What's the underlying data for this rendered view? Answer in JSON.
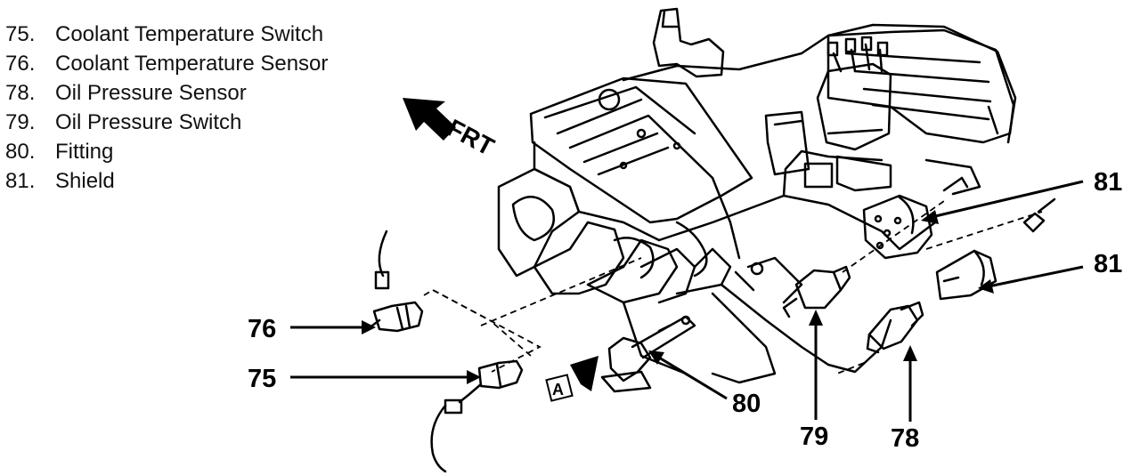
{
  "legend": [
    {
      "num": "75.",
      "text": "Coolant Temperature Switch"
    },
    {
      "num": "76.",
      "text": "Coolant Temperature Sensor"
    },
    {
      "num": "78.",
      "text": "Oil Pressure Sensor"
    },
    {
      "num": "79.",
      "text": "Oil Pressure Switch"
    },
    {
      "num": "80.",
      "text": "Fitting"
    },
    {
      "num": "81.",
      "text": "Shield"
    }
  ],
  "direction_label": "FRT",
  "view_label": "A",
  "callouts": {
    "c76": "76",
    "c75": "75",
    "c80": "80",
    "c79": "79",
    "c78": "78",
    "c81_top": "81",
    "c81_bottom": "81"
  }
}
